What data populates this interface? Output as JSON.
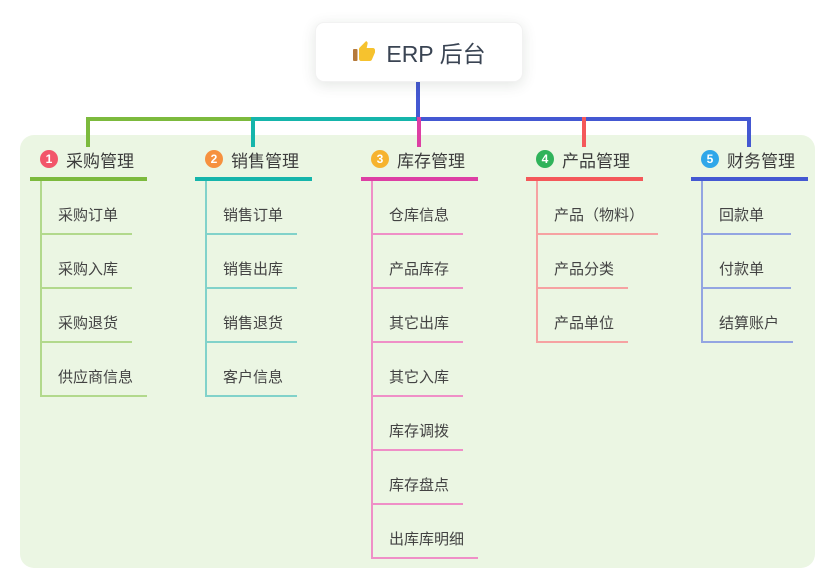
{
  "root": {
    "label": "ERP 后台",
    "icon": "thumbs-up-icon",
    "icon_hand_color": "#f6c22e",
    "icon_cuff_color": "#b5793a",
    "connector_color": "#4458d2"
  },
  "colors": {
    "page_bg": "#ffffff",
    "panel_bg": "#ebf6e3",
    "root_text": "#3a4453",
    "branch_text": "#3c3c3c",
    "child_text": "#434343"
  },
  "branches": [
    {
      "num": "1",
      "label": "采购管理",
      "badge_color": "#f2566a",
      "line_color": "#7cba3d",
      "light_color": "#b2d98c",
      "children": [
        "采购订单",
        "采购入库",
        "采购退货",
        "供应商信息"
      ]
    },
    {
      "num": "2",
      "label": "销售管理",
      "badge_color": "#f6913f",
      "line_color": "#15b5ab",
      "light_color": "#81d2ca",
      "children": [
        "销售订单",
        "销售出库",
        "销售退货",
        "客户信息"
      ]
    },
    {
      "num": "3",
      "label": "库存管理",
      "badge_color": "#f6b32e",
      "line_color": "#dd3fa4",
      "light_color": "#ef8fc7",
      "children": [
        "仓库信息",
        "产品库存",
        "其它出库",
        "其它入库",
        "库存调拨",
        "库存盘点",
        "出库库明细"
      ]
    },
    {
      "num": "4",
      "label": "产品管理",
      "badge_color": "#2fb35a",
      "line_color": "#f4585a",
      "light_color": "#f6a2a2",
      "children": [
        "产品（物料）",
        "产品分类",
        "产品单位"
      ]
    },
    {
      "num": "5",
      "label": "财务管理",
      "badge_color": "#2fa7e9",
      "line_color": "#4458d2",
      "light_color": "#93a5e2",
      "children": [
        "回款单",
        "付款单",
        "结算账户"
      ]
    }
  ]
}
